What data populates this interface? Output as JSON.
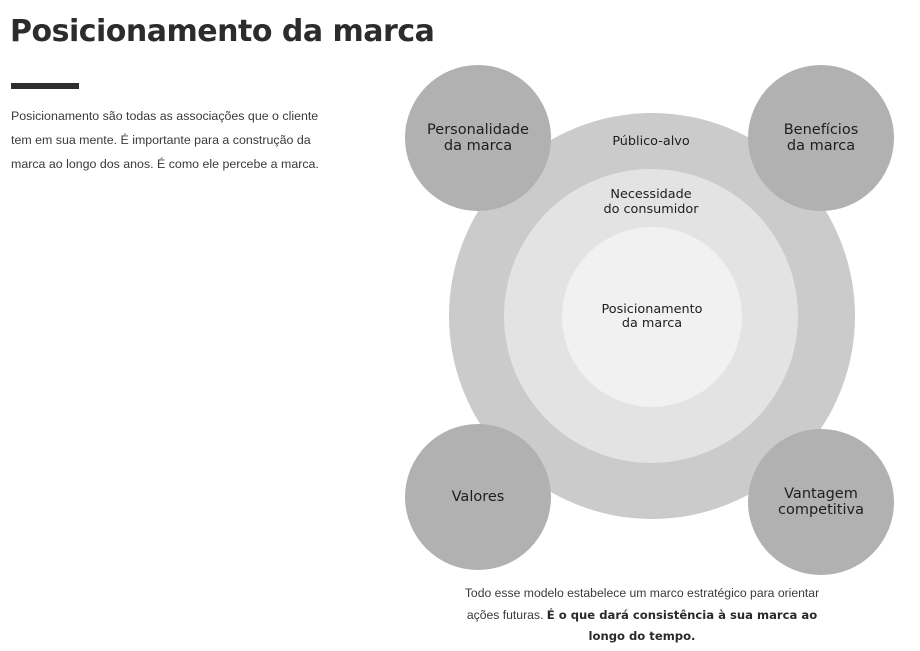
{
  "header": {
    "title": "Posicionamento da marca",
    "rule_color": "#2e2e2e"
  },
  "intro": {
    "text": "Posicionamento são todas as associações que o cliente tem em sua mente. É importante para a construção da marca ao longo dos anos. É como ele percebe a marca."
  },
  "diagram": {
    "rings": {
      "outer": {
        "label": "Público-alvo",
        "color": "#cbcbcb"
      },
      "middle": {
        "label": "Necessidade\ndo consumidor",
        "color": "#e3e3e3"
      },
      "inner": {
        "label": "Posicionamento\nda marca",
        "color": "#f1f1f1"
      }
    },
    "satellites": {
      "top_left": {
        "label": "Personalidade\nda marca"
      },
      "top_right": {
        "label": "Benefícios\nda marca"
      },
      "bottom_left": {
        "label": "Valores"
      },
      "bottom_right": {
        "label": "Vantagem\ncompetitiva"
      },
      "color": "#b1b1b1"
    }
  },
  "footer": {
    "text_regular": "Todo esse modelo estabelece um marco estratégico para orientar ações futuras. ",
    "text_bold": "É o que dará consistência à sua marca ao longo do tempo."
  }
}
